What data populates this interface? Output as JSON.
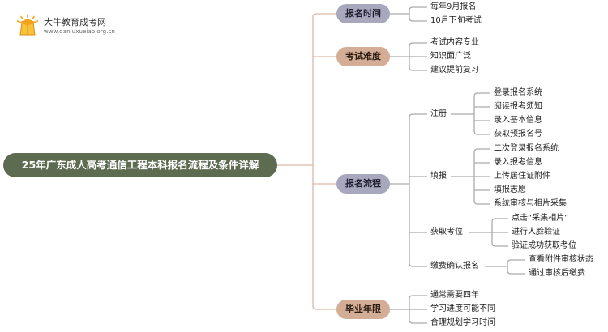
{
  "logo": {
    "name": "大牛教育成考网",
    "url": "www.daniuxueiao.org.cn",
    "colors": {
      "cap": "#f3a21d",
      "book": "#f6c33a"
    }
  },
  "root": {
    "title": "25年广东成人高考通信工程本科报名流程及条件详解"
  },
  "branches": [
    {
      "label": "报名时间",
      "items": [
        "每年9月报名",
        "10月下旬考试"
      ]
    },
    {
      "label": "考试难度",
      "items": [
        "考试内容专业",
        "知识面广泛",
        "建议提前复习"
      ]
    },
    {
      "label": "报名流程",
      "groups": [
        {
          "label": "注册",
          "items": [
            "登录报名系统",
            "阅读报考须知",
            "录入基本信息",
            "获取预报名号"
          ]
        },
        {
          "label": "填报",
          "items": [
            "二次登录报名系统",
            "录入报考信息",
            "上传居住证附件",
            "填报志愿",
            "系统审核与相片采集"
          ]
        },
        {
          "label": "获取考位",
          "items": [
            "点击“采集相片”",
            "进行人脸验证",
            "验证成功获取考位"
          ]
        },
        {
          "label": "缴费确认报名",
          "items": [
            "查看附件审核状态",
            "通过审核后缴费"
          ]
        }
      ]
    },
    {
      "label": "毕业年限",
      "items": [
        "通常需要四年",
        "学习进度可能不同",
        "合理规划学习时间"
      ]
    }
  ],
  "colors": {
    "root_fill": "#5d6b51",
    "branch_gray": "#a7a8bd",
    "branch_tan": "#d4ad96",
    "connector_root": "#d9b9a6",
    "connector_leaf": "#aaaaaa"
  }
}
